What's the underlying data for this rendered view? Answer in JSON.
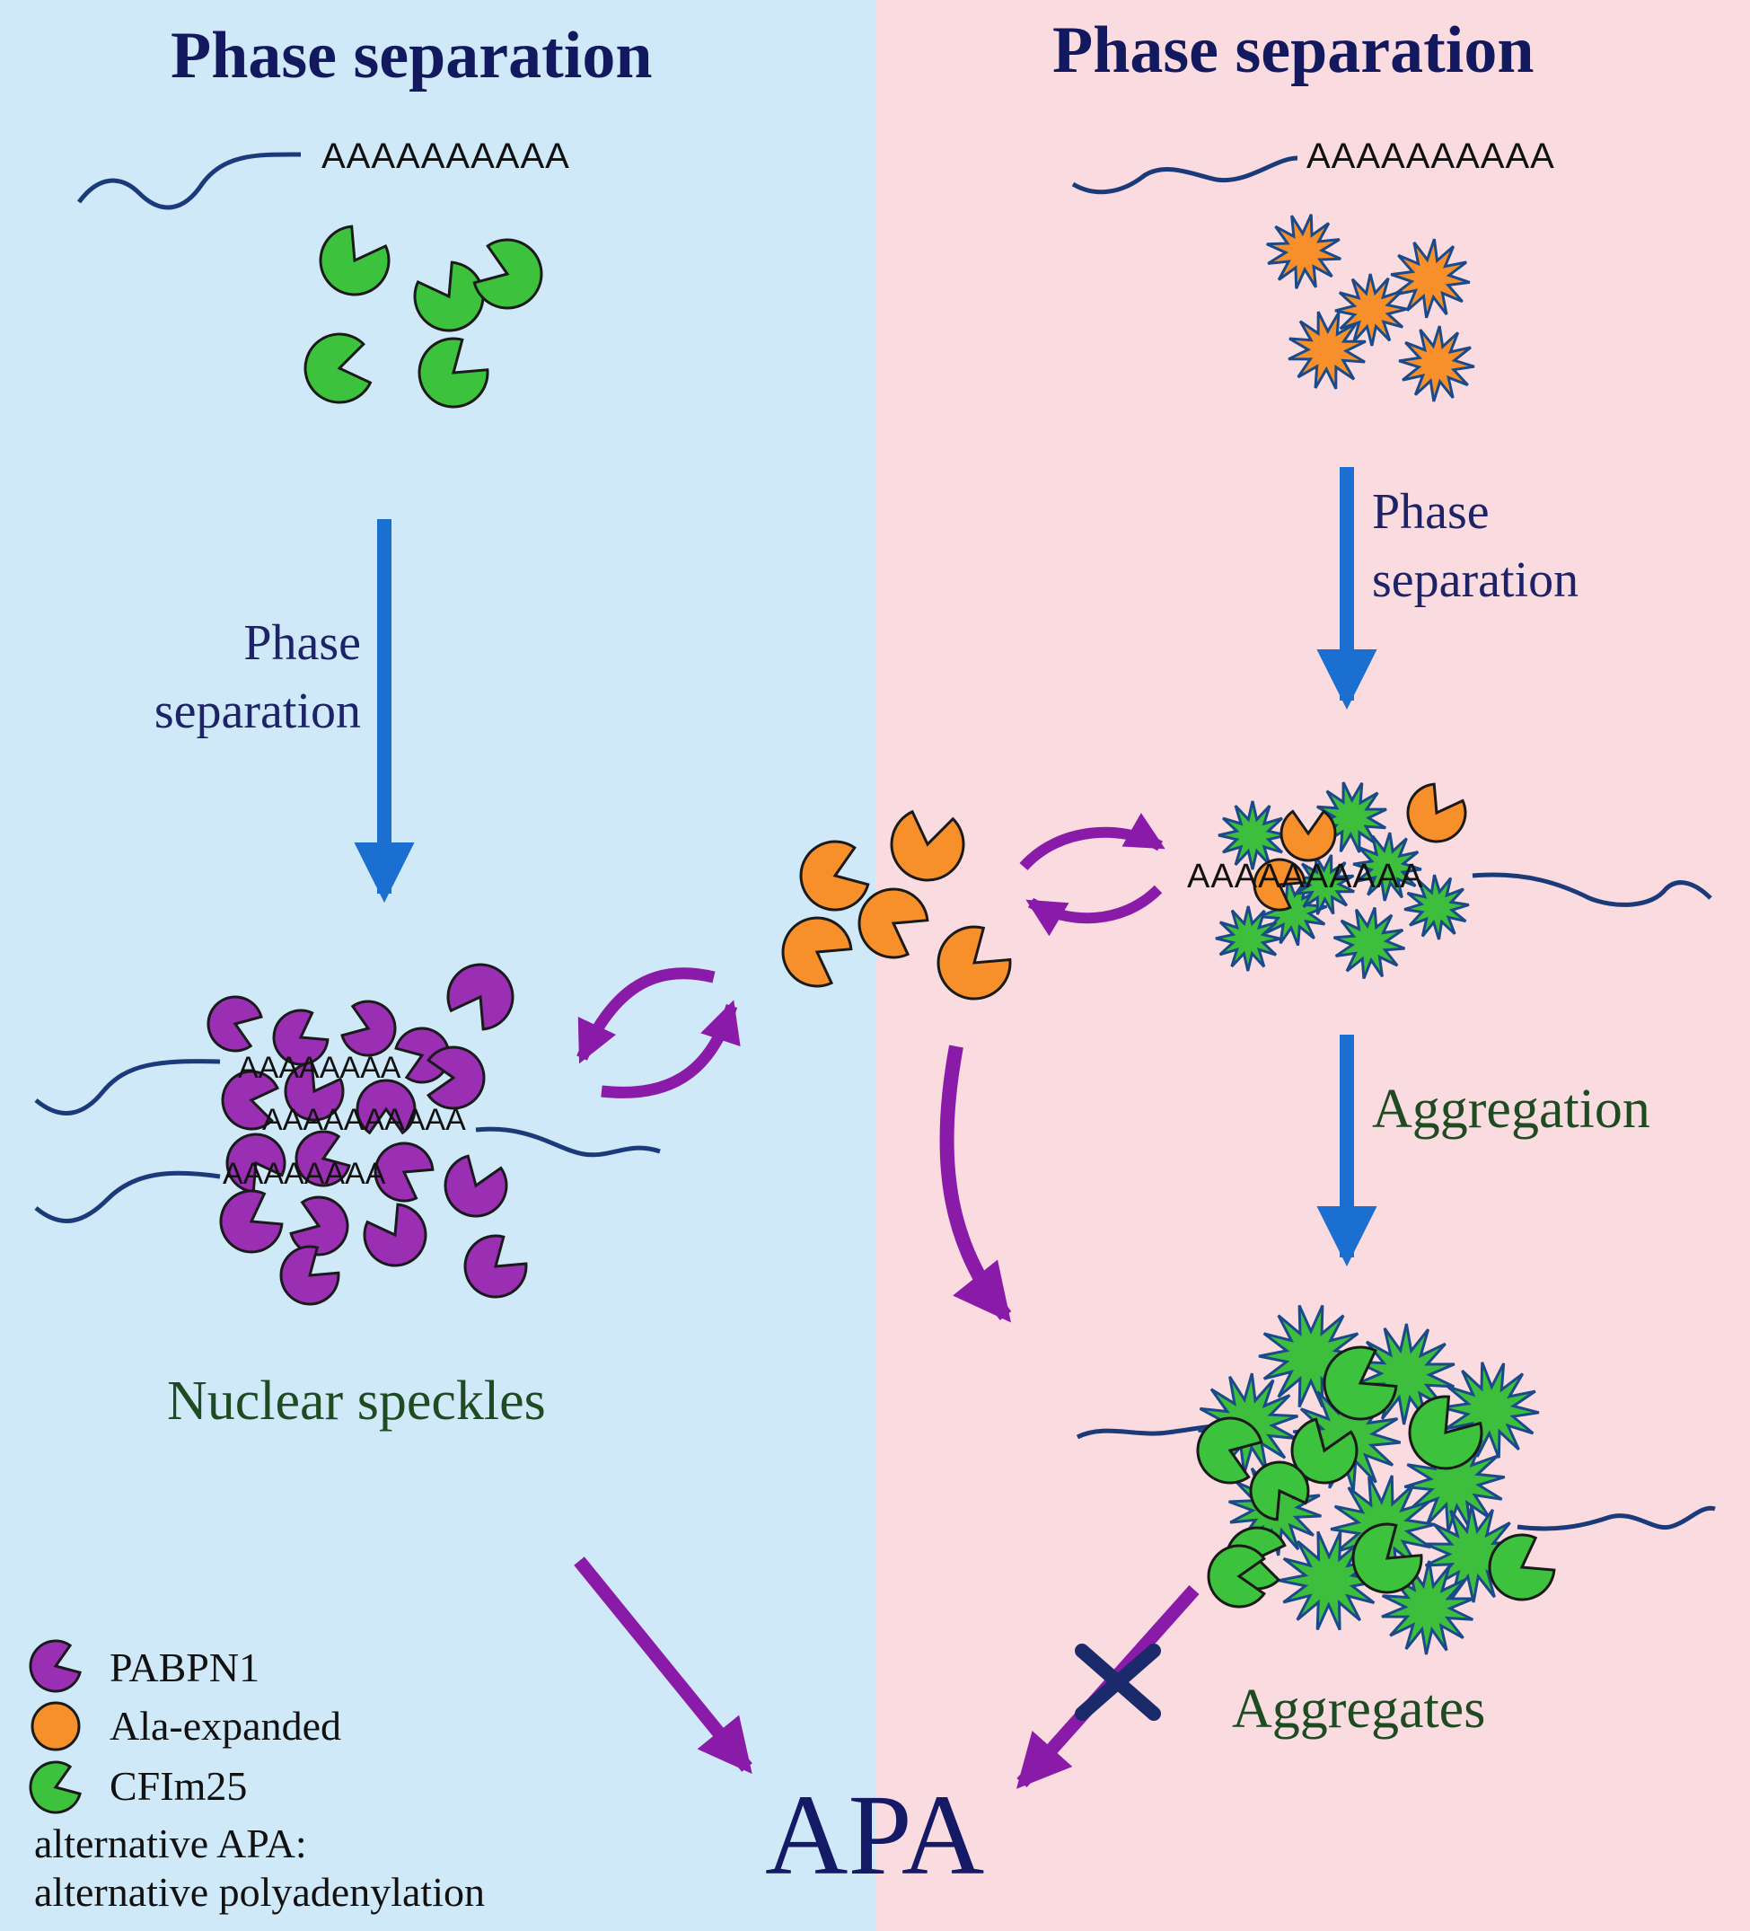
{
  "panels": {
    "left_title": "Phase separation",
    "right_title": "Phase separation"
  },
  "labels": {
    "polya_tail": "AAAAAAAAAA",
    "left_arrow": "Phase\nseparation",
    "right_arrow": "Phase\nseparation",
    "aggregation": "Aggregation",
    "nuclear_speckles": "Nuclear speckles",
    "aggregates": "Aggregates",
    "apa": "APA",
    "complex_tail": "AAAAAAAAAA"
  },
  "legend": {
    "items": [
      {
        "label": "PABPN1",
        "color": "#9a2fb4",
        "shape": "pacman"
      },
      {
        "label": "Ala-expanded",
        "color": "#f7902a",
        "shape": "circle"
      },
      {
        "label": "CFIm25",
        "color": "#3cc23c",
        "shape": "pacman"
      }
    ],
    "note": "alternative APA:\nalternative polyadenylation"
  },
  "colors": {
    "left_background": "#cfe9f8",
    "right_background": "#f9dbe0",
    "blue_arrow": "#1a6fd0",
    "purple_arrow": "#8a1aa8",
    "rna_strand": "#1a3a7a",
    "block_mark": "#1a2a6a"
  }
}
